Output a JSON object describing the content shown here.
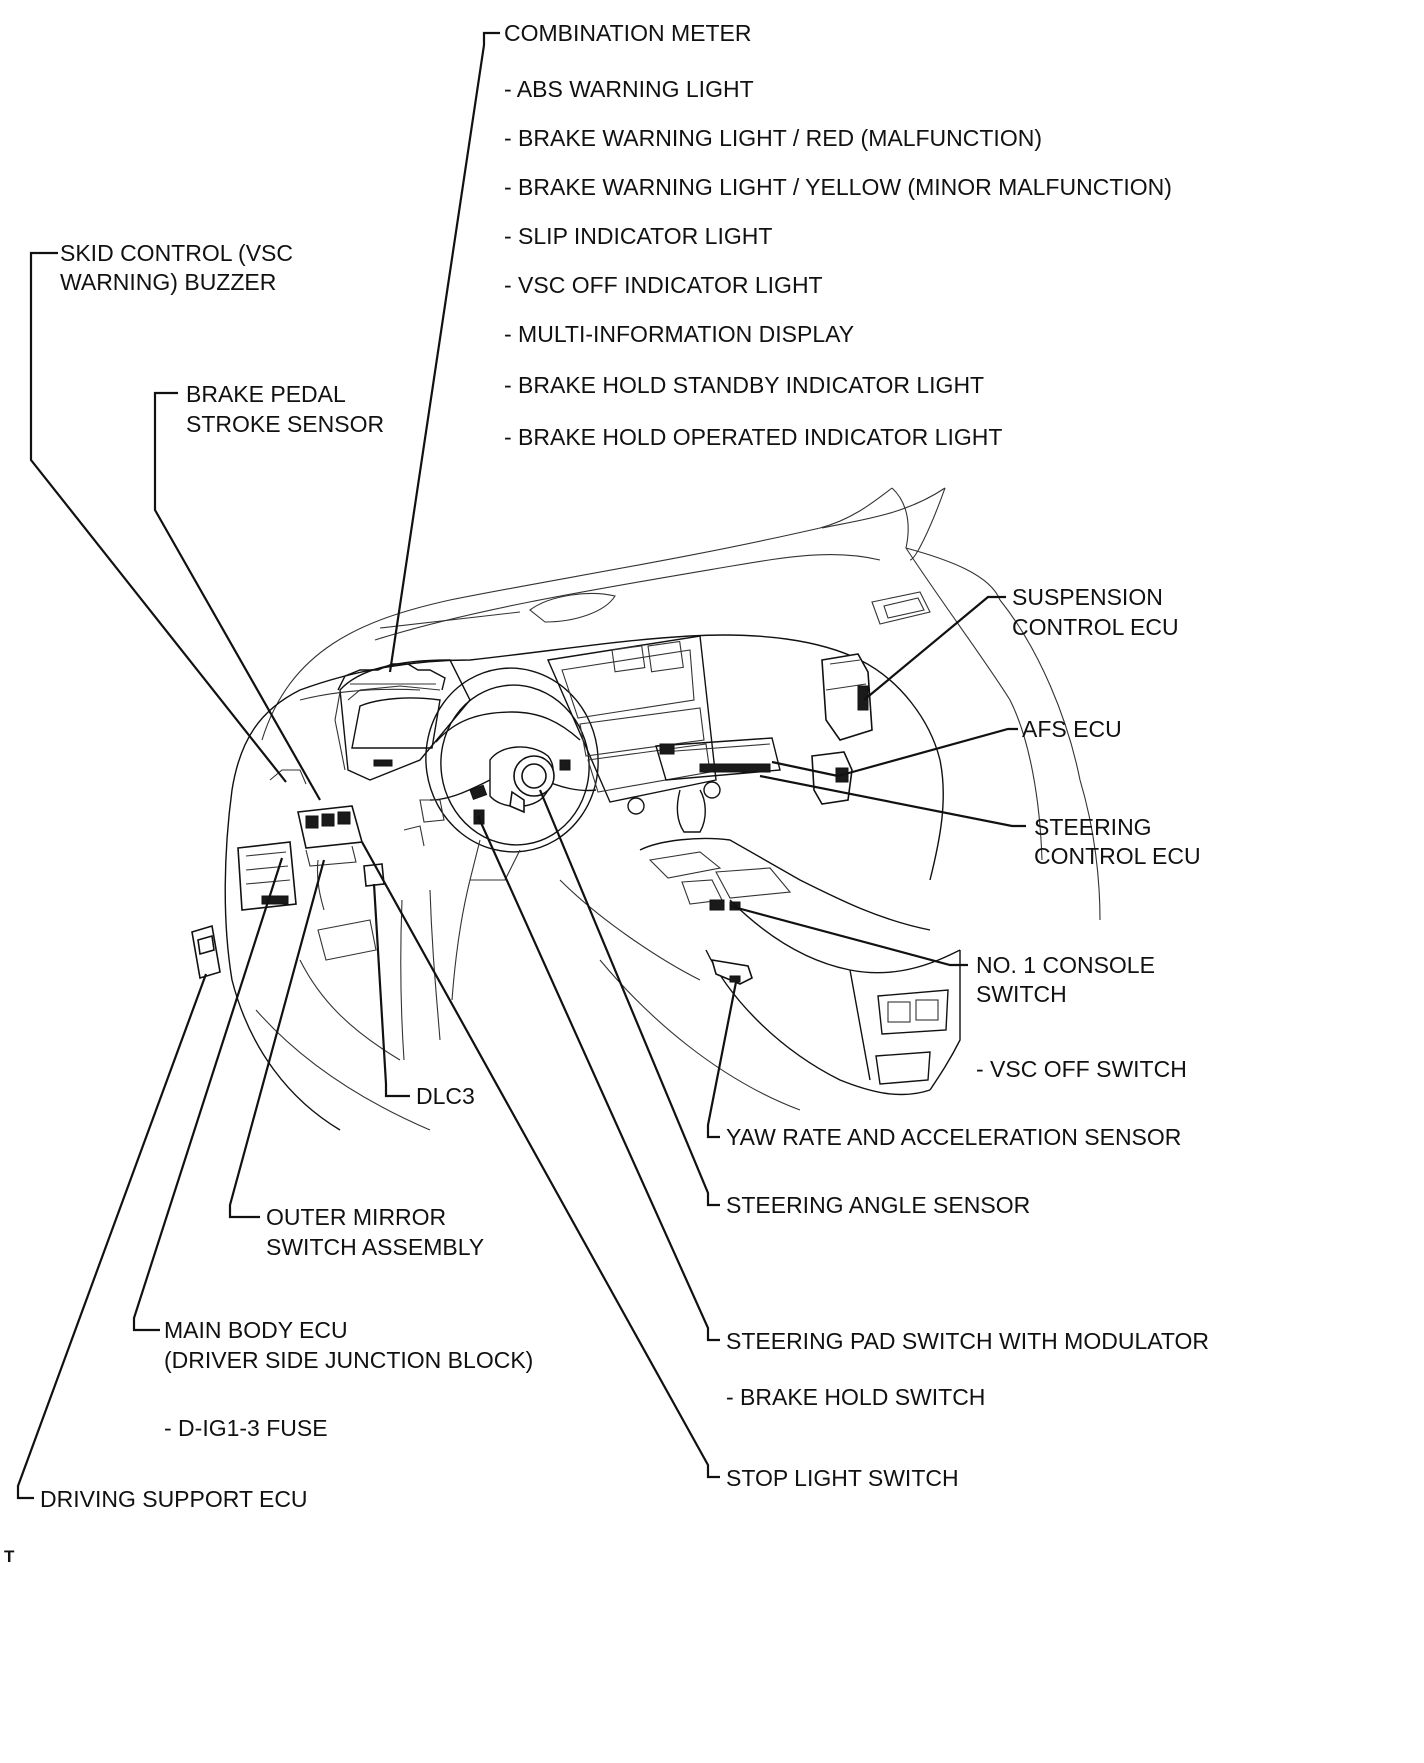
{
  "diagram": {
    "corner_mark": "T",
    "labels": {
      "combination_meter": "COMBINATION METER",
      "combination_meter_items": [
        "- ABS WARNING LIGHT",
        "- BRAKE WARNING LIGHT / RED (MALFUNCTION)",
        "- BRAKE WARNING LIGHT / YELLOW (MINOR MALFUNCTION)",
        "- SLIP INDICATOR LIGHT",
        "- VSC OFF INDICATOR LIGHT",
        "- MULTI-INFORMATION DISPLAY",
        "- BRAKE HOLD STANDBY INDICATOR LIGHT",
        "- BRAKE HOLD OPERATED INDICATOR LIGHT"
      ],
      "skid_control_buzzer": [
        "SKID CONTROL (VSC",
        "WARNING) BUZZER"
      ],
      "brake_pedal_stroke_sensor": [
        "BRAKE PEDAL",
        "STROKE SENSOR"
      ],
      "suspension_control_ecu": [
        "SUSPENSION",
        "CONTROL ECU"
      ],
      "afs_ecu": "AFS ECU",
      "steering_control_ecu": [
        "STEERING",
        "CONTROL ECU"
      ],
      "no1_console_switch": [
        "NO. 1 CONSOLE",
        "SWITCH"
      ],
      "vsc_off_switch": "- VSC OFF SWITCH",
      "dlc3": "DLC3",
      "yaw_rate_sensor": "YAW RATE AND ACCELERATION SENSOR",
      "steering_angle_sensor": "STEERING ANGLE SENSOR",
      "outer_mirror_switch": [
        "OUTER MIRROR",
        "SWITCH ASSEMBLY"
      ],
      "steering_pad_switch": "STEERING PAD SWITCH WITH MODULATOR",
      "brake_hold_switch": "- BRAKE HOLD SWITCH",
      "main_body_ecu": [
        "MAIN BODY ECU",
        "(DRIVER SIDE JUNCTION BLOCK)"
      ],
      "d_ig1_3_fuse": "- D-IG1-3 FUSE",
      "stop_light_switch": "STOP LIGHT SWITCH",
      "driving_support_ecu": "DRIVING SUPPORT ECU"
    }
  }
}
